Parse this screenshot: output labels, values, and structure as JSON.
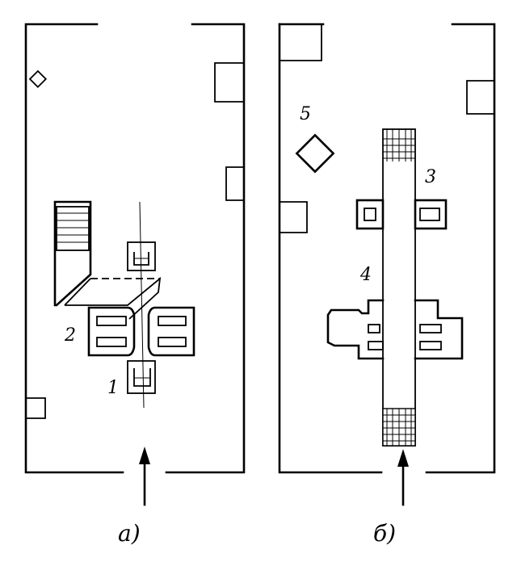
{
  "panels": [
    {
      "caption": "a)",
      "labels": {
        "first": "1",
        "second": "2"
      }
    },
    {
      "caption": "б)",
      "labels": {
        "third": "3",
        "fourth": "4",
        "fifth": "5"
      }
    }
  ],
  "colors": {
    "ink": "#000000",
    "paper": "#ffffff"
  }
}
